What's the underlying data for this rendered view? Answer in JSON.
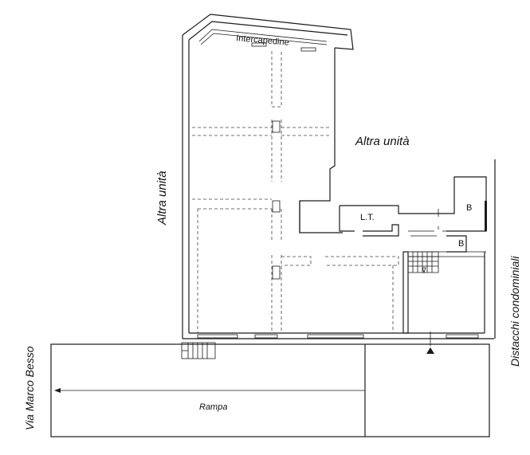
{
  "labels": {
    "intercapedine": "Intercapedine",
    "altra_unita_top": "Altra unità",
    "altra_unita_left": "Altra unità",
    "lt": "L.T.",
    "b_upper": "B",
    "b_lower": "B",
    "distacchi": "Distacchi condominiali",
    "via": "Via Marco Besso",
    "rampa": "Rampa"
  }
}
